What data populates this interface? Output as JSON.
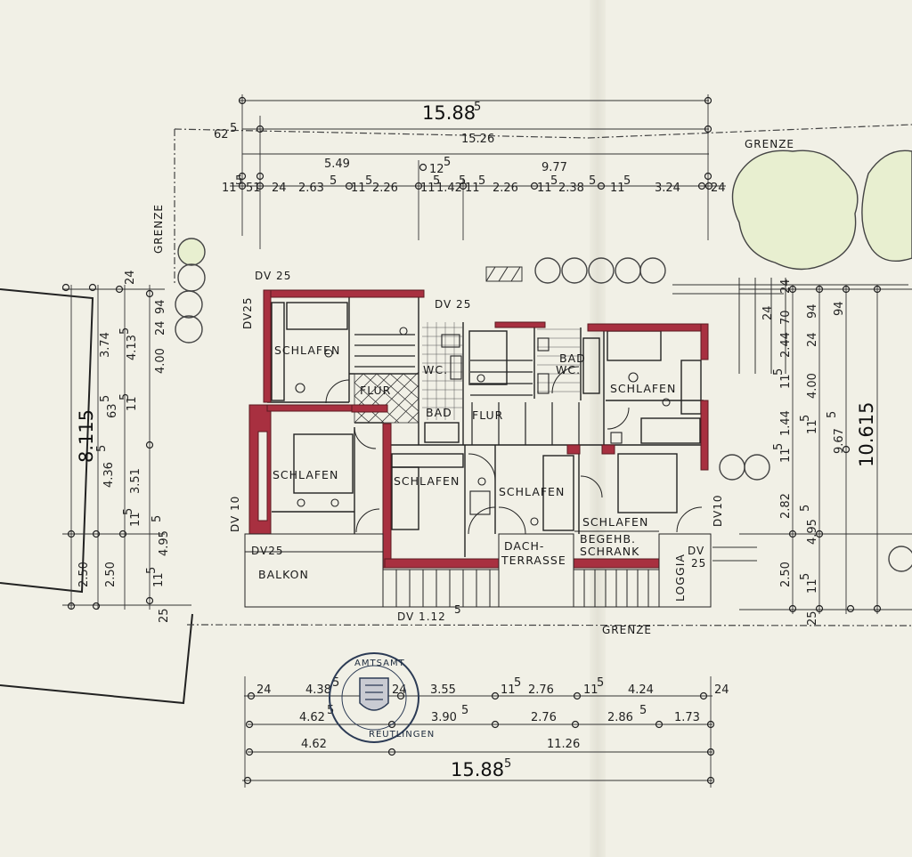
{
  "rooms": {
    "schlafen_nw": "SCHLAFEN",
    "schlafen_w": "SCHLAFEN",
    "schlafen_c": "SCHLAFEN",
    "schlafen_s": "SCHLAFEN",
    "schlafen_se": "SCHLAFEN",
    "schlafen_ne": "SCHLAFEN",
    "flur_left": "FLUR",
    "flur_mid": "FLUR",
    "bad_left": "BAD",
    "wc_left": "WC.",
    "bad_right": "BAD",
    "wc_right": "WC.",
    "dach": "DACH-",
    "terrasse": "TERRASSE",
    "begehb": "BEGEHB.",
    "schrank": "SCHRANK",
    "balkon": "BALKON",
    "loggia": "LOGGIA"
  },
  "labels": {
    "grenze_top": "GRENZE",
    "grenze_left": "GRENZE",
    "grenze_bottom": "GRENZE",
    "dv25_top": "DV 25",
    "dv25_left": "DV25",
    "dv25_mid": "DV 25",
    "dv25_bal": "DV25",
    "dv10_left": "DV 10",
    "dv10_right": "DV10",
    "dv25_right": "DV",
    "dv25_right_b": "25",
    "dv112": "DV 1.12",
    "dv112_sup": "5"
  },
  "dimensions": {
    "top_total": "15.88",
    "top_total_sup": "5",
    "top_1526": "15.26",
    "top_625": "62",
    "top_625_sup": "5",
    "top_549": "5.49",
    "top_125": "12",
    "top_125_sup": "5",
    "top_977": "9.77",
    "top_row": [
      "11",
      "5",
      "51",
      "24",
      "2.63",
      "5",
      "11",
      "5",
      "2.26",
      "11",
      "5",
      "1.42",
      "5",
      "11",
      "5",
      "2.26",
      "11",
      "5",
      "2.38",
      "5",
      "11",
      "5",
      "3.24",
      "24"
    ],
    "bottom_row1": [
      "24",
      "4.38",
      "5",
      "24",
      "3.55",
      "11",
      "5",
      "2.76",
      "11",
      "5",
      "4.24",
      "24"
    ],
    "bottom_row2": [
      "4.62",
      "5",
      "3.90",
      "5",
      "2.76",
      "2.86",
      "5",
      "1.73"
    ],
    "bottom_row3": [
      "4.62",
      "11.26"
    ],
    "bottom_total": "15.88",
    "bottom_total_sup": "5",
    "left_total": "8.115",
    "left_vals": [
      "3.74",
      "4.13",
      "5",
      "24",
      "4.00",
      "24",
      "94",
      "63",
      "5",
      "11",
      "5",
      "4.36",
      "5",
      "3.51",
      "11",
      "5",
      "4.95",
      "5",
      "11",
      "5",
      "2.50",
      "2.50",
      "25"
    ],
    "right_total": "10.615",
    "right_vals": [
      "24",
      "70",
      "24",
      "94",
      "24",
      "94",
      "2.44",
      "4.00",
      "1.44",
      "11",
      "5",
      "11",
      "5",
      "9.67",
      "5",
      "11",
      "5",
      "2.82",
      "4.95",
      "5",
      "2.50",
      "11",
      "5",
      "25"
    ]
  },
  "stamp": {
    "top": "AMTSAMT",
    "bottom": "REUTLINGEN"
  }
}
